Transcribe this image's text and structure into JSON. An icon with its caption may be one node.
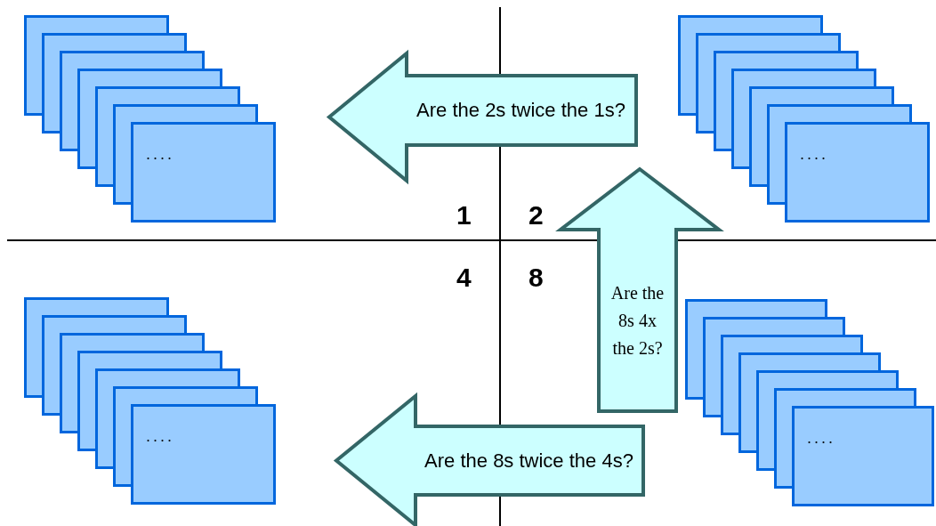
{
  "diagram": {
    "nodes": [
      {
        "text": [
          "...."
        ]
      },
      {
        "text": [
          "Are the 2s twice the 1s?"
        ]
      },
      {
        "text": [
          "...."
        ]
      },
      {
        "text": [
          "Are the 8s 4x the 2s?"
        ]
      },
      {
        "text": [
          "...."
        ]
      },
      {
        "text": [
          "Are the 8s twice the 4s?"
        ]
      },
      {
        "text": [
          "...."
        ]
      }
    ],
    "labels": [
      "1",
      "2",
      "4",
      "8"
    ]
  }
}
